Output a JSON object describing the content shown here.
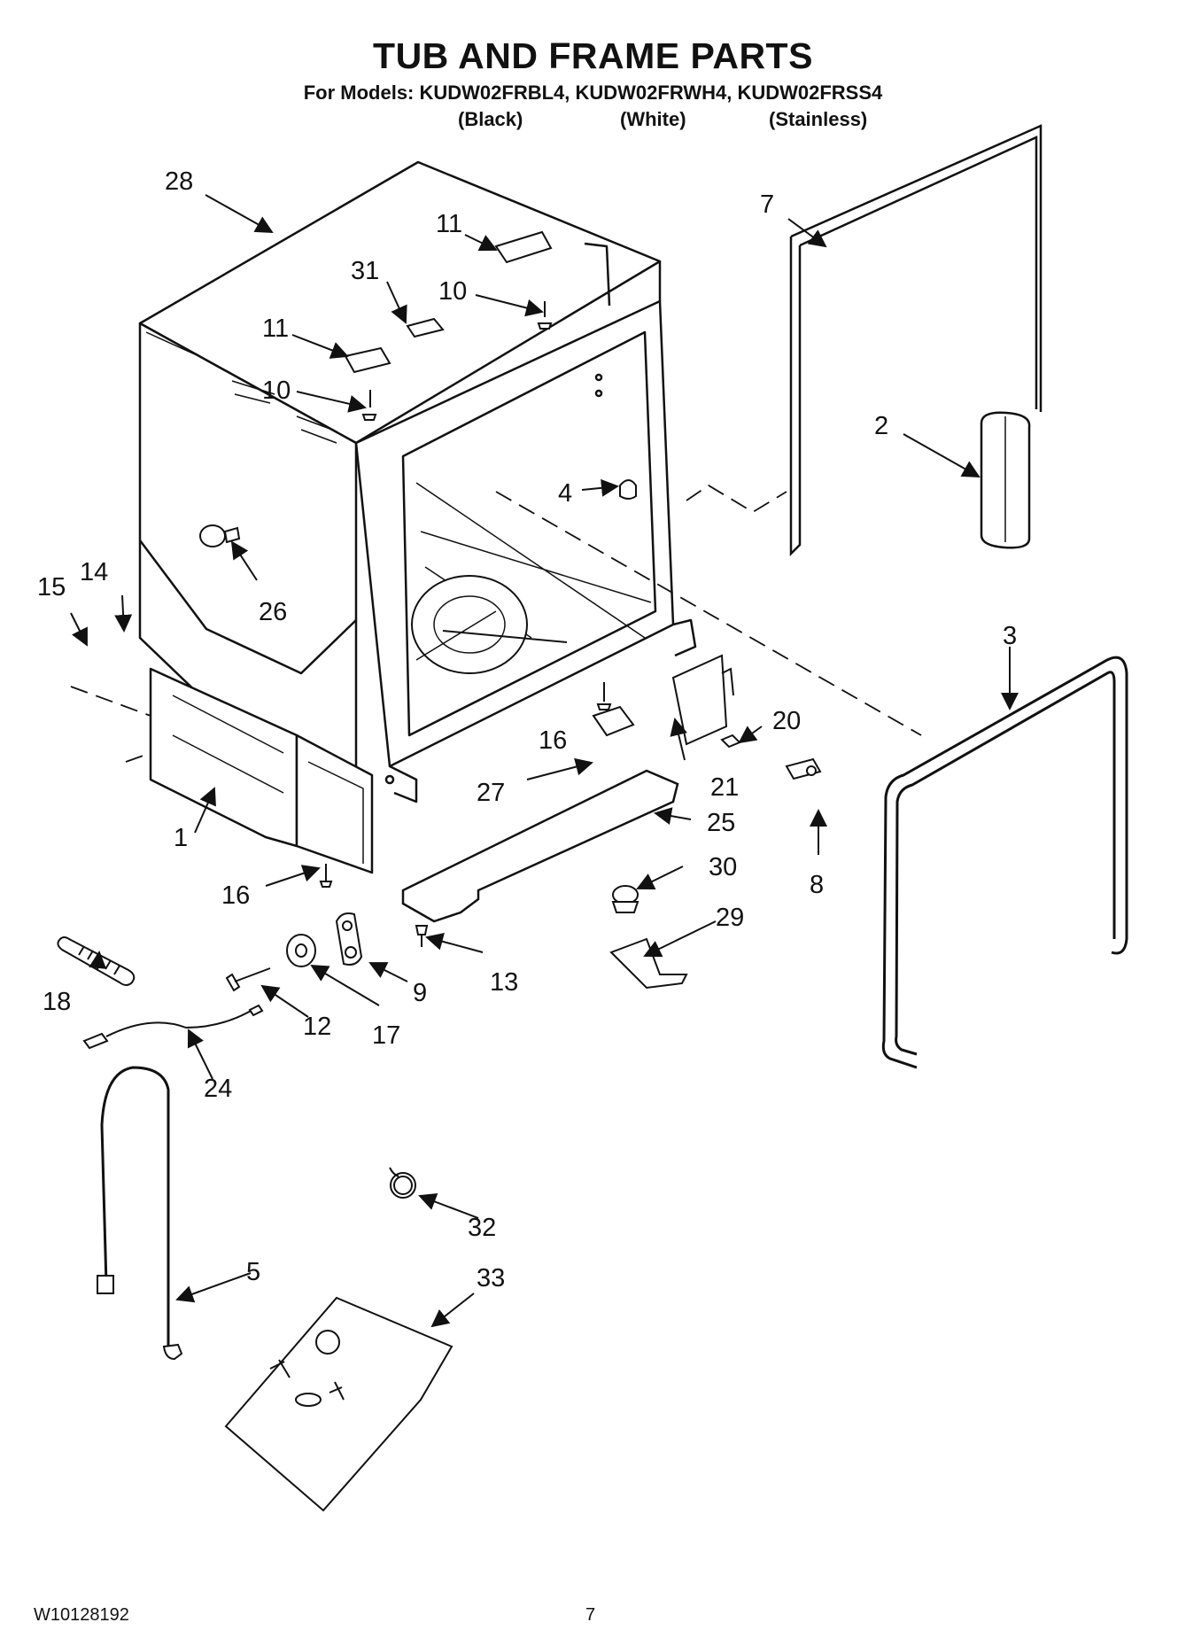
{
  "header": {
    "title": "TUB AND FRAME PARTS",
    "models_line": "For Models: KUDW02FRBL4, KUDW02FRWH4, KUDW02FRSS4",
    "variants": [
      "(Black)",
      "(White)",
      "(Stainless)"
    ]
  },
  "callouts": [
    "28",
    "7",
    "11",
    "31",
    "10",
    "11",
    "10",
    "2",
    "4",
    "26",
    "15",
    "14",
    "3",
    "20",
    "16",
    "21",
    "27",
    "25",
    "1",
    "30",
    "8",
    "16",
    "29",
    "13",
    "9",
    "18",
    "12",
    "17",
    "24",
    "32",
    "5",
    "33"
  ],
  "footer": {
    "document_number": "W10128192",
    "page_number": "7"
  }
}
